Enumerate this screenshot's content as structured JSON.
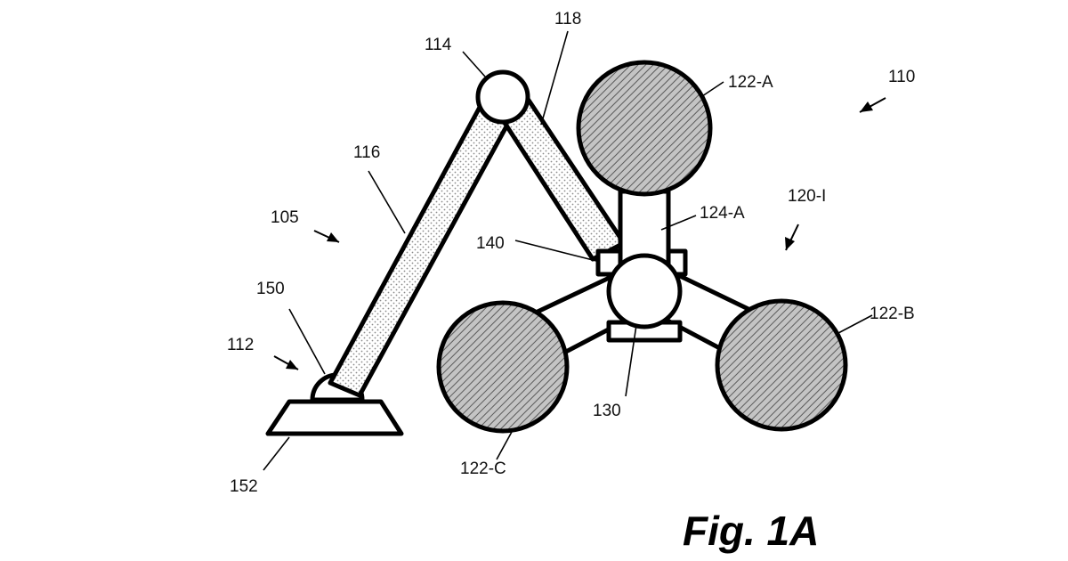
{
  "figure": {
    "title": "Fig. 1A",
    "labels": {
      "r105": "105",
      "r110": "110",
      "r112": "112",
      "r114": "114",
      "r116": "116",
      "r118": "118",
      "r120": "120-I",
      "r122a": "122-A",
      "r122b": "122-B",
      "r122c": "122-C",
      "r124a": "124-A",
      "r130": "130",
      "r140": "140",
      "r150": "150",
      "r152": "152"
    }
  },
  "colors": {
    "line": "#000000",
    "background": "#ffffff",
    "stipple": "#9a9a9a",
    "hatch": "#7a7a7a"
  }
}
